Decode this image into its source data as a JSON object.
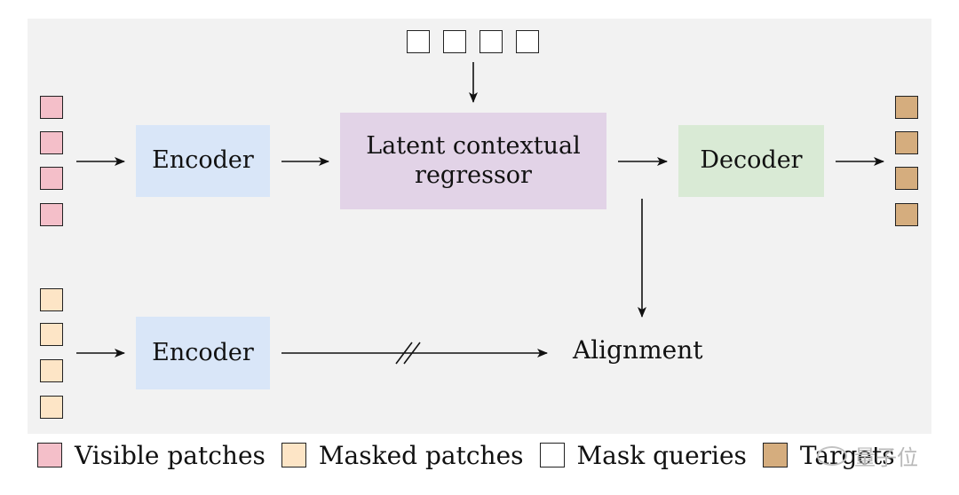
{
  "diagram": {
    "encoder_top_label": "Encoder",
    "regressor_label": "Latent contextual regressor",
    "decoder_label": "Decoder",
    "encoder_bottom_label": "Encoder",
    "alignment_label": "Alignment"
  },
  "legend": [
    {
      "label": "Visible patches",
      "swatch_color": "#f4bfc9"
    },
    {
      "label": "Masked patches",
      "swatch_color": "#fde5c6"
    },
    {
      "label": "Mask queries",
      "swatch_color": "#ffffff"
    },
    {
      "label": "Targets",
      "swatch_color": "#d5ad7e"
    }
  ],
  "watermark": "量子位",
  "colors": {
    "panel_background": "#f2f2f2",
    "encoder_fill": "#d9e6f8",
    "regressor_fill": "#e2d3e7",
    "decoder_fill": "#d9ead5",
    "visible_patch": "#f4bfc9",
    "masked_patch": "#fde5c6",
    "mask_query": "#ffffff",
    "target_patch": "#d5ad7e"
  }
}
